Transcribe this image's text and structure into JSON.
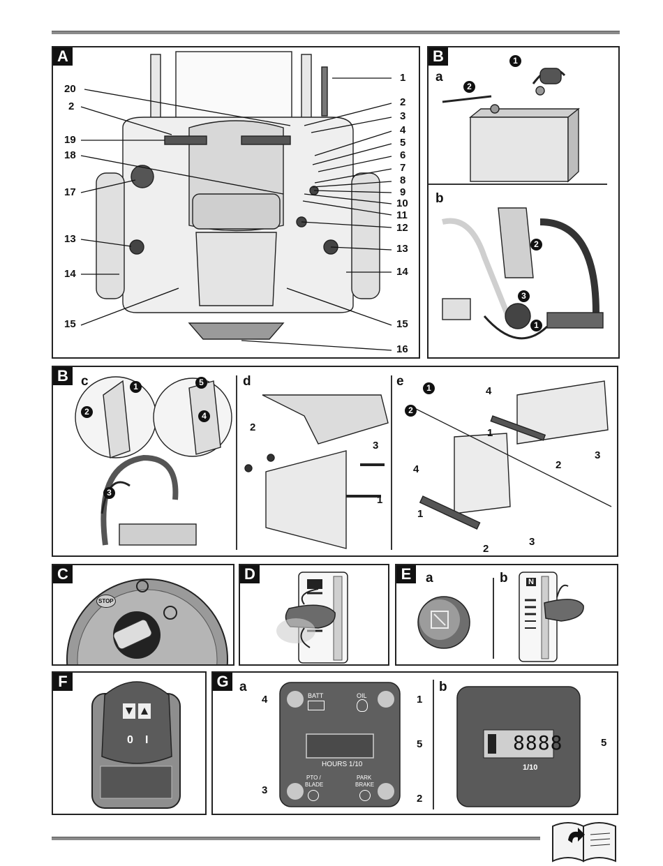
{
  "panel_A": {
    "tag": "A",
    "callouts_right": [
      "1",
      "2",
      "3",
      "4",
      "5",
      "6",
      "7",
      "8",
      "9",
      "10",
      "11",
      "12",
      "13",
      "14",
      "15",
      "16"
    ],
    "callouts_left": [
      "20",
      "2",
      "19",
      "18",
      "17",
      "13",
      "14",
      "15"
    ]
  },
  "panel_B_top": {
    "tag": "B",
    "sub_a": "a",
    "sub_b": "b",
    "steps_a": [
      "1",
      "2"
    ],
    "steps_b": [
      "1",
      "2",
      "3"
    ]
  },
  "panel_B_bottom": {
    "tag": "B",
    "sub_c": "c",
    "sub_d": "d",
    "sub_e": "e",
    "steps_c": [
      "1",
      "2",
      "3",
      "4",
      "5"
    ],
    "callouts_d": [
      "2",
      "3",
      "1"
    ],
    "steps_e": [
      "1",
      "2"
    ],
    "callouts_e": [
      "4",
      "1",
      "2",
      "3",
      "4",
      "1",
      "3",
      "2"
    ]
  },
  "panel_C": {
    "tag": "C",
    "stop_label": "STOP"
  },
  "panel_D": {
    "tag": "D"
  },
  "panel_E": {
    "tag": "E",
    "sub_a": "a",
    "sub_b": "b",
    "lever_mark": "N"
  },
  "panel_F": {
    "tag": "F",
    "off_label": "0",
    "on_label": "I"
  },
  "panel_G": {
    "tag": "G",
    "sub_a": "a",
    "sub_b": "b",
    "batt_label": "BATT",
    "oil_label": "OIL",
    "hours_label": "HOURS 1/10",
    "pto_label": "PTO /",
    "pto_label2": "BLADE",
    "park_label": "PARK",
    "park_label2": "BRAKE",
    "callouts_a": [
      "4",
      "1",
      "5",
      "3",
      "2"
    ],
    "callout_b": "5",
    "digits": "8888",
    "tenths_label": "1/10"
  },
  "colors": {
    "ink": "#111111",
    "panel_grey": "#5a5a5a",
    "light_grey": "#cccccc",
    "rule": "#8a8a8a"
  }
}
